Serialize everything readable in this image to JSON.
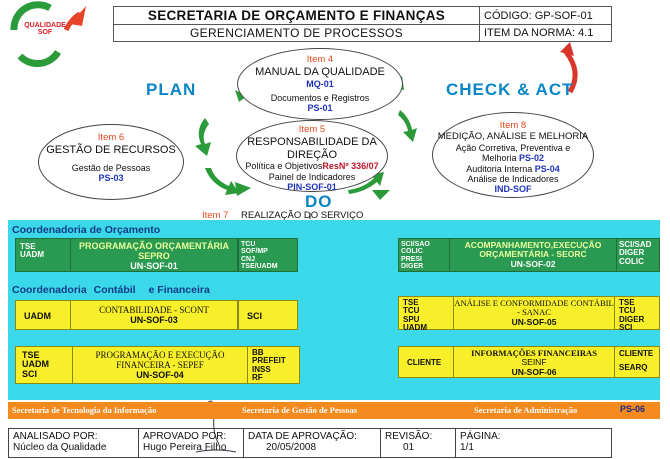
{
  "logo": {
    "text_line1": "QUALIDADE",
    "text_line2": "SOF"
  },
  "header": {
    "title": "SECRETARIA DE ORÇAMENTO E FINANÇAS",
    "subtitle": "GERENCIAMENTO DE PROCESSOS",
    "code": "CÓDIGO: GP-SOF-01",
    "norm_item": "ITEM DA NORMA: 4.1"
  },
  "phases": {
    "plan": "PLAN",
    "check_act": "CHECK & ACT",
    "do": "DO"
  },
  "item4": {
    "label": "Item 4",
    "title": "MANUAL DA QUALIDADE",
    "code1": "MQ-01",
    "line2": "Documentos e Registros",
    "code2": "PS-01"
  },
  "item5": {
    "label": "Item 5",
    "title_l1": "RESPONSABILIDADE DA",
    "title_l2": "DIREÇÃO",
    "line1": "Política e Objetivos",
    "res": "ResNº 336/07",
    "line2": "Painel de Indicadores",
    "code": "PIN-SOF-01"
  },
  "item6": {
    "label": "Item 6",
    "title": "GESTÃO DE RECURSOS",
    "line1": "Gestão de Pessoas",
    "code": "PS-03"
  },
  "item8": {
    "label": "Item 8",
    "title": "MEDIÇÃO, ANÁLISE E MELHORIA",
    "l1": "Ação Corretiva, Preventiva e",
    "l2": "Melhoria",
    "c2": "PS-02",
    "l3": "Auditoria Interna",
    "c3": "PS-04",
    "l4": "Análise de Indicadores",
    "c4": "IND-SOF"
  },
  "item7": {
    "label": "Item 7",
    "title": "REALIZAÇÃO DO SERVIÇO"
  },
  "coord_orcamento": {
    "label": "Coordenadoria de Orçamento",
    "left_small": "TSE\nUADM",
    "prog_title": "PROGRAMAÇÃO ORÇAMENTÁRIA",
    "prog_sub": "SEPRO",
    "prog_code": "UN-SOF-01",
    "right_small": "TCU\nSOF/MP\nCNJ\nTSE/UADM",
    "acomp_left": "SCI/SAO\nCOLIC\nPRESI\nDIGER",
    "acomp_title": "ACOMPANHAMENTO,EXECUÇÃO ORÇAMENTÁRIA - SEORC",
    "acomp_code": "UN-SOF-02",
    "acomp_right": "SCI/SAD\nDIGER\nCOLIC"
  },
  "coord_contabil": {
    "label_a": "Coordenadoria",
    "label_b": "Contábil",
    "label_c": "e Financeira",
    "uadm": "UADM",
    "scont_title": "CONTABILIDADE - SCONT",
    "scont_code": "UN-SOF-03",
    "sci": "SCI",
    "sanac_left": "TSE\nTCU\nSPU\nUADM",
    "sanac_title": "ANÁLISE E CONFORMIDADE CONTÁBIL - SANAC",
    "sanac_code": "UN-SOF-05",
    "sanac_right": "TSE\nTCU\nDIGER\nSCI",
    "sepef_left": "TSE\nUADM\nSCI",
    "sepef_title": "PROGRAMAÇÃO E EXECUÇÃO FINANCEIRA - SEPEF",
    "sepef_code": "UN-SOF-04",
    "sepef_right": "BB\nPREFEIT\nINSS\nRF",
    "cliente": "CLIENTE",
    "seinf_title": "INFORMAÇÕES FINANCEIRAS",
    "seinf_sub": "SEINF",
    "seinf_code": "UN-SOF-06",
    "cliente_r": "CLIENTE",
    "searq": "SEARQ"
  },
  "secretarias": {
    "sti": "Secretaria de Tecnologia da Informação",
    "sgp": "Secretaria de Gestão de Pessoas",
    "sad": "Secretaria de Administração",
    "ps": "PS-06"
  },
  "footer": {
    "analisado_label": "ANALISADO POR:",
    "analisado_value": "Núcleo da Qualidade",
    "aprovado_label": "APROVADO POR:",
    "aprovado_value": "Hugo Pereira Filho",
    "data_label": "DATA DE APROVAÇÃO:",
    "data_value": "20/05/2008",
    "revisao_label": "REVISÃO:",
    "revisao_value": "01",
    "pagina_label": "PÁGINA:",
    "pagina_value": "1/1"
  },
  "colors": {
    "band": "#3ad8e8",
    "green": "#2a9a52",
    "yellow": "#f7ef2a",
    "orange": "#f58a1f",
    "plan": "#0a86c6",
    "item_red": "#e04a1a"
  }
}
